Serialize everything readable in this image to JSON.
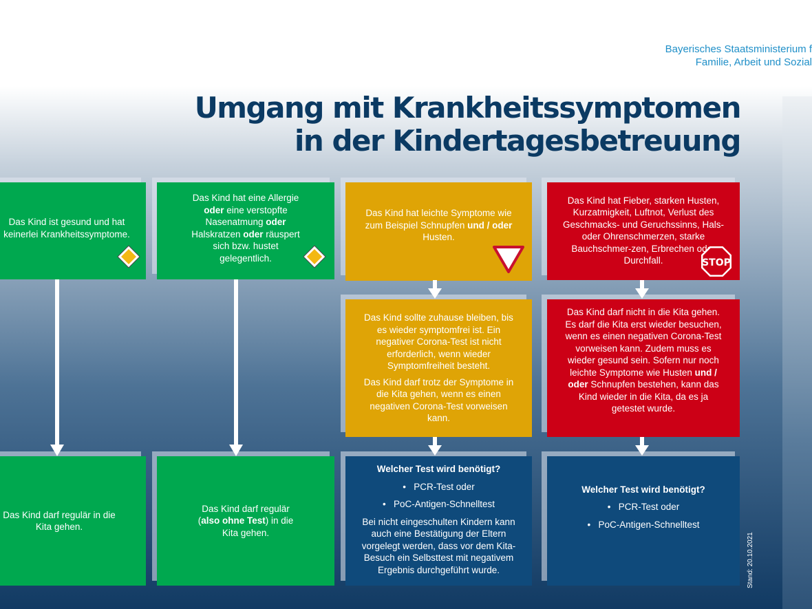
{
  "header": {
    "ministry_line1": "Bayerisches Staatsministerium f",
    "ministry_line2": "Familie, Arbeit und Sozial",
    "title_line1": "Umgang mit Krankheitssymptomen",
    "title_line2": "in der Kindertagesbetreuung"
  },
  "col1": {
    "top_text": "Das Kind ist gesund und hat keinerlei Krankheitssymptome.",
    "bottom_text": "Das Kind darf regulär in die Kita gehen."
  },
  "col2": {
    "top_part1": "Das Kind hat eine Allergie",
    "top_or1": "oder",
    "top_part2": " eine verstopfte Nasenatmung ",
    "top_or2": "oder",
    "top_part3": " Halskratzen ",
    "top_or3": "oder",
    "top_part4": " räuspert sich bzw. hustet gelegentlich.",
    "bottom_part1": "Das Kind darf regulär (",
    "bottom_bold": "also ohne Test",
    "bottom_part2": ") in die Kita gehen."
  },
  "col3": {
    "top_part1": "Das Kind hat leichte Symptome wie zum Beispiel Schnupfen ",
    "top_bold1": "und / oder",
    "top_part2": " Husten.",
    "mid_p1": "Das Kind sollte zuhause bleiben, bis es wieder symptomfrei ist. Ein negativer Corona-Test ist nicht erforderlich, wenn wieder Symptomfreiheit besteht.",
    "mid_p2": "Das Kind darf trotz der Symptome in die Kita gehen, wenn es einen negativen Corona-Test vorweisen kann.",
    "bottom_heading": "Welcher Test wird benötigt?",
    "bottom_bullet1": "PCR-Test oder",
    "bottom_bullet2": "PoC-Antigen-Schnelltest",
    "bottom_note": "Bei nicht eingeschulten Kindern kann auch eine Bestätigung der Eltern vorgelegt werden, dass vor dem Kita-Besuch ein Selbsttest mit negativem Ergebnis durchgeführt wurde."
  },
  "col4": {
    "top_text": "Das Kind hat Fieber, starken Husten, Kurzatmigkeit, Luftnot, Verlust des Geschmacks- und Geruchssinns, Hals- oder Ohrenschmerzen, starke Bauchschmer-zen, Erbrechen oder Durchfall.",
    "stop_label": "STOP",
    "mid_part1": "Das Kind darf nicht in die Kita gehen. Es darf die Kita erst wieder besuchen, wenn es einen negativen Corona-Test vorweisen kann. Zudem muss es wieder gesund sein. Sofern nur noch leichte Symptome wie Husten ",
    "mid_bold": "und / oder",
    "mid_part2": " Schnupfen bestehen, kann das Kind wieder in die Kita, da es ja getestet wurde.",
    "bottom_heading": "Welcher Test wird benötigt?",
    "bottom_bullet1": "PCR-Test oder",
    "bottom_bullet2": "PoC-Antigen-Schnelltest"
  },
  "bullet_char": "•",
  "stand": "Stand: 20.10.2021",
  "icons": {
    "col1": "priority-road-sign-icon",
    "col2": "priority-road-sign-icon",
    "col3": "yield-sign-icon",
    "col4": "stop-sign-icon"
  },
  "colors": {
    "green": "#00a84f",
    "yellow": "#dfa406",
    "red": "#cc0016",
    "navy": "#0f4a7b",
    "title": "#0b3a63",
    "ministry": "#1f8fc8"
  }
}
